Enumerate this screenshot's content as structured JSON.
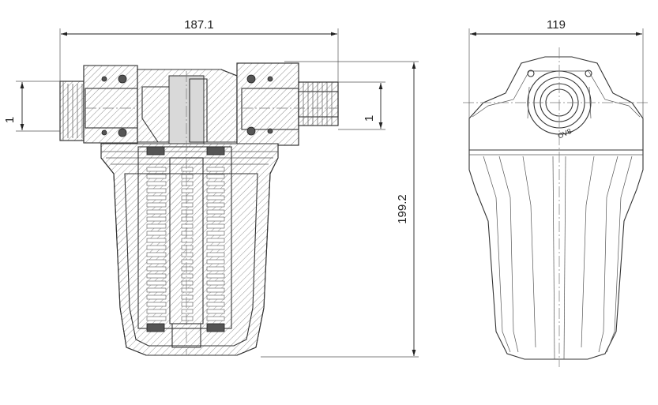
{
  "drawing": {
    "dimensions": {
      "overall_width": "187.1",
      "side_width": "119",
      "height": "199.2",
      "inlet_size": "1",
      "outlet_size": "1"
    },
    "body_marking": "OV8"
  }
}
